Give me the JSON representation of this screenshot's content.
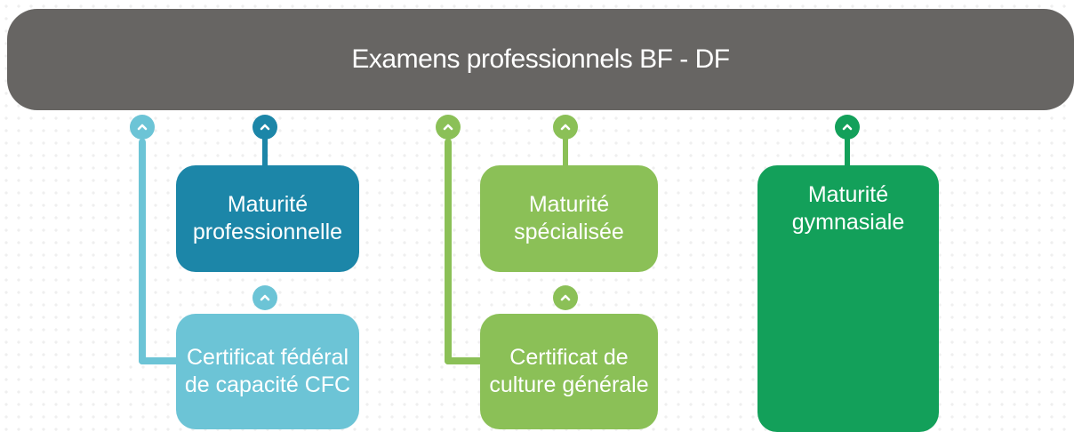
{
  "header": {
    "title": "Examens professionnels BF - DF"
  },
  "colors": {
    "header_bg": "#676563",
    "teal_light": "#6cc4d6",
    "teal_dark": "#1c86a8",
    "green_light": "#8bc057",
    "green_dark": "#13a05a"
  },
  "boxes": {
    "maturite_professionnelle": [
      "Maturité",
      "professionnelle"
    ],
    "cfc": [
      "Certificat fédéral",
      "de capacité CFC"
    ],
    "maturite_specialisee": [
      "Maturité",
      "spécialisée"
    ],
    "culture_generale": [
      "Certificat de",
      "culture générale"
    ],
    "maturite_gymnasiale": [
      "Maturité",
      "gymnasiale"
    ]
  },
  "icons": {
    "connector": "chevron-up-icon"
  }
}
